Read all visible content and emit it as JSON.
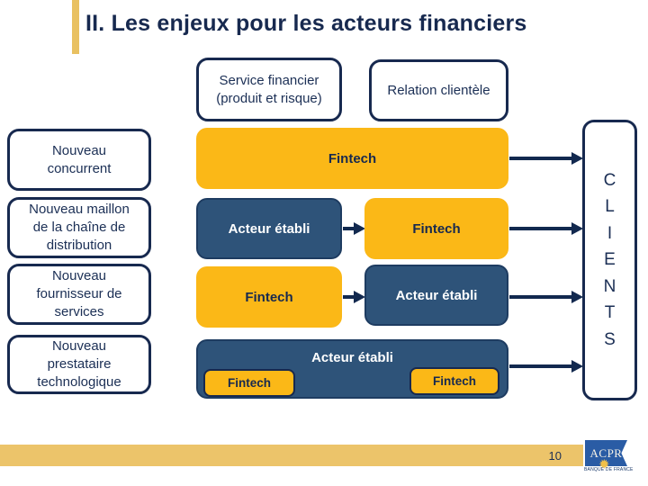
{
  "slide": {
    "title": "II. Les enjeux pour les acteurs financiers",
    "page_number": "10"
  },
  "colors": {
    "navy": "#17294F",
    "blue_box_fill": "#2E5379",
    "yellow_box_fill": "#FBB817",
    "footer_bar": "#ECC46A",
    "title_accent_bar": "#E9C161",
    "logo_blue": "#2A5CA5"
  },
  "top_labels": {
    "service": "Service financier (produit et risque)",
    "relation": "Relation clientèle"
  },
  "left_column": [
    "Nouveau concurrent",
    "Nouveau maillon de la chaîne de distribution",
    "Nouveau fournisseur de services",
    "Nouveau prestataire technologique"
  ],
  "labels": {
    "fintech": "Fintech",
    "acteur_etabli": "Acteur établi"
  },
  "clients_letters": [
    "C",
    "L",
    "I",
    "E",
    "N",
    "T",
    "S"
  ],
  "logo": {
    "name": "ACPR",
    "caption": "BANQUE DE FRANCE"
  }
}
